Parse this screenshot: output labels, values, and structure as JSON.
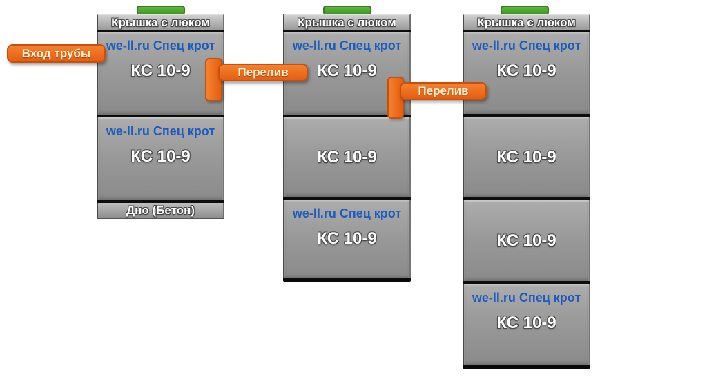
{
  "connectors": {
    "inlet": "Вход трубы",
    "overflow_1": "Перелив",
    "overflow_2": "Перелив"
  },
  "wells": [
    {
      "cover": "Крышка с люком",
      "rings": [
        {
          "brand": "we-ll.ru Спец крот",
          "label": "КС 10-9"
        },
        {
          "brand": "we-ll.ru Спец крот",
          "label": "КС 10-9"
        }
      ],
      "bottom": "Дно (Бетон)"
    },
    {
      "cover": "Крышка с люком",
      "rings": [
        {
          "brand": "we-ll.ru Спец крот",
          "label": "КС 10-9"
        },
        {
          "label": "КС 10-9"
        },
        {
          "brand": "we-ll.ru Спец крот",
          "label": "КС 10-9"
        }
      ]
    },
    {
      "cover": "Крышка с люком",
      "rings": [
        {
          "brand": "we-ll.ru Спец крот",
          "label": "КС 10-9"
        },
        {
          "label": "КС 10-9"
        },
        {
          "label": "КС 10-9"
        },
        {
          "brand": "we-ll.ru Спец крот",
          "label": "КС 10-9"
        }
      ]
    }
  ],
  "colors": {
    "pipe_orange": "#ED6B21",
    "hatch_green": "#4FA433",
    "brand_blue": "#1D5CBF",
    "concrete_gray": "#9A9A9A"
  }
}
